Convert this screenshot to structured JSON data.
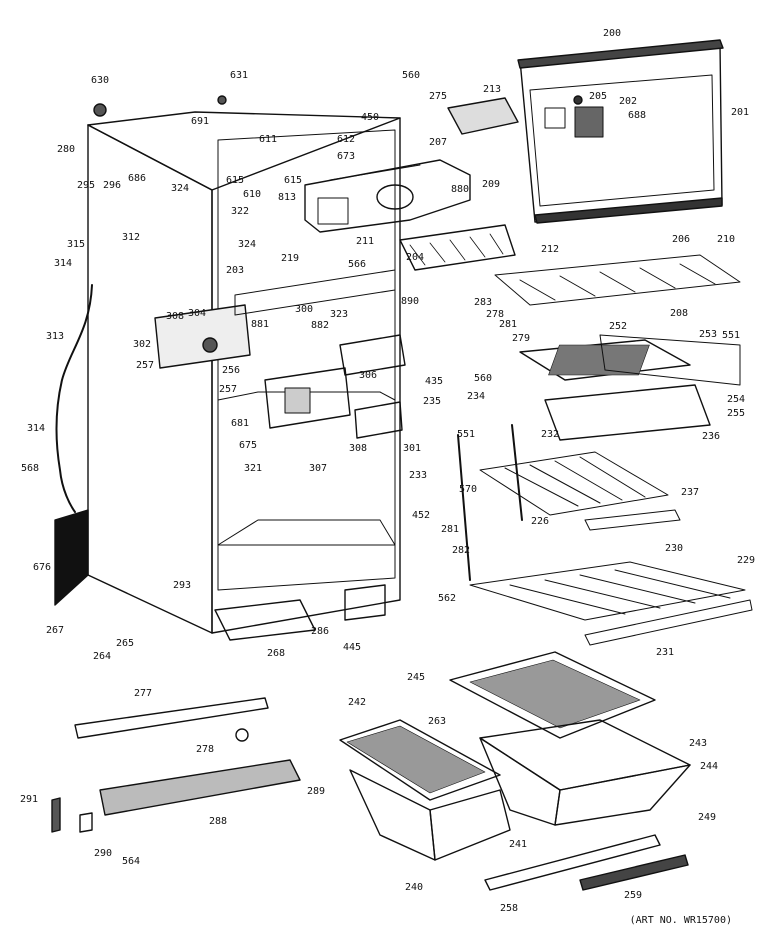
{
  "diagram": {
    "art_number": "(ART NO. WR15700)",
    "callouts": [
      "200",
      "201",
      "202",
      "205",
      "688",
      "630",
      "631",
      "560",
      "275",
      "213",
      "450",
      "691",
      "611",
      "612",
      "673",
      "207",
      "280",
      "686",
      "295",
      "296",
      "324",
      "615",
      "610",
      "615",
      "813",
      "322",
      "324",
      "880",
      "209",
      "312",
      "315",
      "314",
      "211",
      "212",
      "206",
      "210",
      "203",
      "219",
      "566",
      "204",
      "208",
      "313",
      "890",
      "283",
      "278",
      "281",
      "279",
      "252",
      "253",
      "551",
      "300",
      "323",
      "308",
      "304",
      "302",
      "881",
      "257",
      "882",
      "256",
      "257",
      "435",
      "560",
      "254",
      "234",
      "255",
      "236",
      "306",
      "681",
      "235",
      "551",
      "232",
      "301",
      "308",
      "675",
      "307",
      "321",
      "233",
      "570",
      "237",
      "314",
      "568",
      "226",
      "452",
      "281",
      "282",
      "230",
      "676",
      "229",
      "293",
      "562",
      "267",
      "264",
      "265",
      "268",
      "286",
      "445",
      "231",
      "245",
      "277",
      "242",
      "263",
      "278",
      "243",
      "244",
      "291",
      "288",
      "289",
      "241",
      "249",
      "290",
      "564",
      "240",
      "258",
      "259"
    ]
  }
}
